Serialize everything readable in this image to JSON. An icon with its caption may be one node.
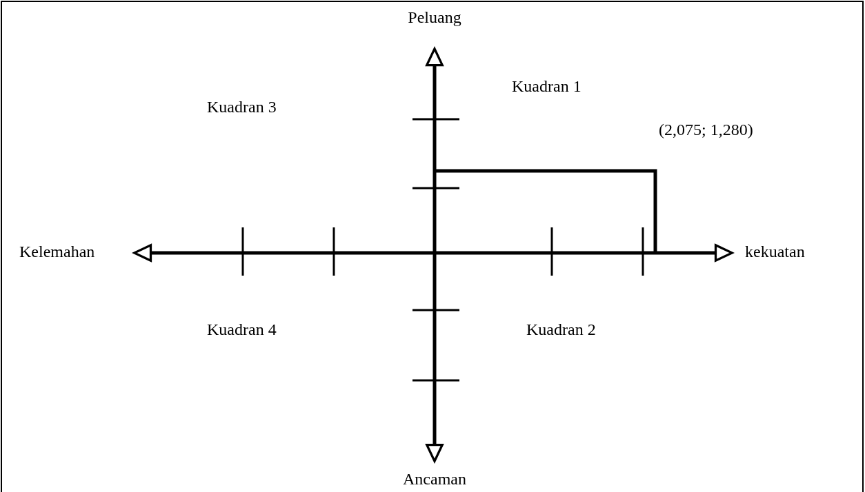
{
  "diagram": {
    "labels": [
      "Peluang",
      "Kuadran 1",
      "Kuadran 3",
      "(2,075; 1,280)",
      "Kelemahan",
      "kekuatan",
      "Kuadran 4",
      "Kuadran 2",
      "Ancaman"
    ]
  }
}
